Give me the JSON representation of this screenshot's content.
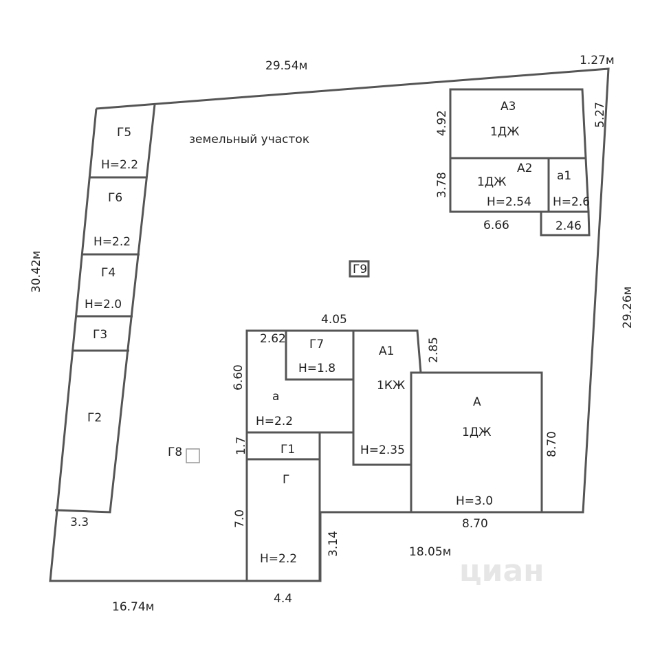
{
  "parcel": {
    "label": "земельный участок",
    "dims": {
      "top": "29.54м",
      "top_right": "1.27м",
      "left": "30.42м",
      "right": "29.26м",
      "bottom_left": "16.74м",
      "bottom_right": "18.05м"
    }
  },
  "strip": [
    {
      "name": "Г5",
      "height": "Н=2.2"
    },
    {
      "name": "Г6",
      "height": "Н=2.2"
    },
    {
      "name": "Г4",
      "height": "Н=2.0"
    },
    {
      "name": "Г3"
    },
    {
      "name": "Г2"
    }
  ],
  "strip_dim": "3.3",
  "g8": "Г8",
  "g9": "Г9",
  "north_block": {
    "a3": {
      "name": "А3",
      "type": "1ДЖ"
    },
    "a2": {
      "name": "А2",
      "type": "1ДЖ",
      "height": "Н=2.54"
    },
    "a1_small": {
      "name": "а1",
      "height": "Н=2.6"
    },
    "dims": {
      "d492": "4.92",
      "d378": "3.78",
      "d527": "5.27",
      "d666": "6.66",
      "d246": "2.46"
    }
  },
  "main_block": {
    "g7": {
      "name": "Г7",
      "height": "Н=1.8"
    },
    "a": {
      "name": "а",
      "height": "Н=2.2"
    },
    "a1": {
      "name": "А1",
      "type": "1КЖ",
      "height": "Н=2.35"
    },
    "A": {
      "name": "А",
      "type": "1ДЖ",
      "height": "Н=3.0"
    },
    "g1": {
      "name": "Г1"
    },
    "g": {
      "name": "Г",
      "height": "Н=2.2"
    },
    "dims": {
      "d405": "4.05",
      "d262": "2.62",
      "d285": "2.85",
      "d660": "6.60",
      "d17": "1.7",
      "d70": "7.0",
      "d314": "3.14",
      "d44": "4.4",
      "d870v": "8.70",
      "d870h": "8.70"
    }
  },
  "watermark": "циан"
}
